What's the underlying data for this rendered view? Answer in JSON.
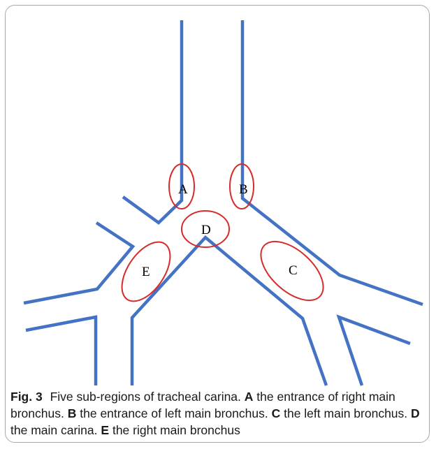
{
  "figure": {
    "label": "Fig. 3",
    "title": "Five sub-regions of tracheal carina.",
    "regions": [
      {
        "key": "A",
        "text": "the entrance of right main bronchus."
      },
      {
        "key": "B",
        "text": "the entrance of left main bronchus."
      },
      {
        "key": "C",
        "text": "the left main bronchus."
      },
      {
        "key": "D",
        "text": "the main carina."
      },
      {
        "key": "E",
        "text": "the right main bronchus"
      }
    ]
  },
  "colors": {
    "airway_line": "#4472c4",
    "region_circle": "#d62b2b",
    "frame_border": "#a9a9a9"
  }
}
